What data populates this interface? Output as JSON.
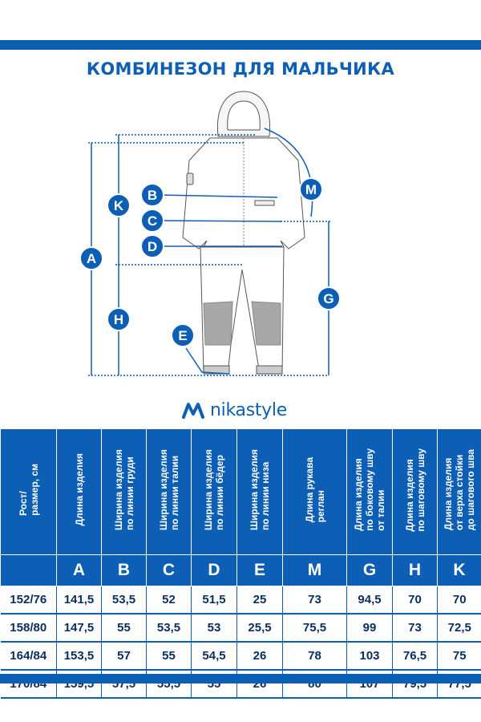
{
  "title": "КОМБИНЕЗОН ДЛЯ МАЛЬЧИКА",
  "brand": "nikastyle",
  "colors": {
    "primary": "#0d5fb5",
    "text_dark": "#0b2f61",
    "garment_fill": "#a8a8a8"
  },
  "diagram_labels": [
    "A",
    "K",
    "B",
    "C",
    "D",
    "H",
    "E",
    "M",
    "G"
  ],
  "table": {
    "headers": [
      "Рост/\nразмер, см",
      "Длина изделия",
      "Ширина изделия\nпо линии груди",
      "Ширина изделия\nпо линии талии",
      "Ширина изделия\nпо линии бёдер",
      "Ширина изделия\nпо линии низа",
      "Длина рукава\nреглан",
      "Длина изделия\nпо боковому шву\nот талии",
      "Длина изделия\nпо шаговому шву",
      "Длина изделия\nот верха стойки\nдо шагового шва"
    ],
    "letters": [
      "",
      "A",
      "B",
      "C",
      "D",
      "E",
      "M",
      "G",
      "H",
      "K"
    ],
    "rows": [
      [
        "152/76",
        "141,5",
        "53,5",
        "52",
        "51,5",
        "25",
        "73",
        "94,5",
        "70",
        "70"
      ],
      [
        "158/80",
        "147,5",
        "55",
        "53,5",
        "53",
        "25,5",
        "75,5",
        "99",
        "73",
        "72,5"
      ],
      [
        "164/84",
        "153,5",
        "57",
        "55",
        "54,5",
        "26",
        "78",
        "103",
        "76,5",
        "75"
      ],
      [
        "170/84",
        "159,5",
        "57,5",
        "55,5",
        "55",
        "26",
        "80",
        "107",
        "79,5",
        "77,5"
      ]
    ]
  }
}
